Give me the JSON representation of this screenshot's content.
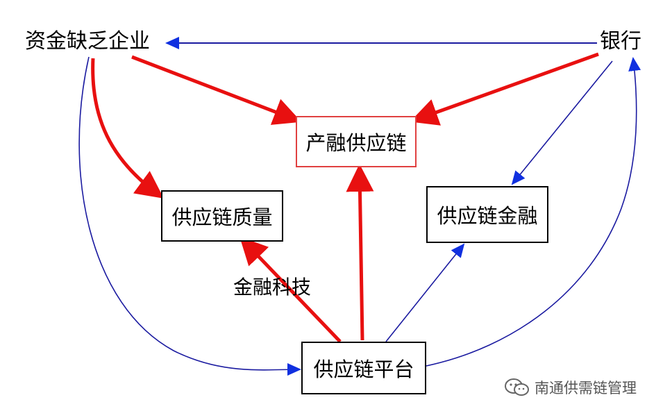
{
  "nodes": {
    "enterprise": "资金缺乏企业",
    "bank": "银行",
    "integration": "产融供应链",
    "quality": "供应链质量",
    "finance": "供应链金融",
    "platform": "供应链平台"
  },
  "edge_labels": {
    "fintech": "金融科技"
  },
  "watermark": {
    "text": "南通供需链管理",
    "icon": "wechat-icon"
  },
  "colors": {
    "red_arrow": "#e81010",
    "blue_arrow": "#1a1aa0",
    "blue_head": "#1030e0",
    "red_box_border": "#e04040"
  }
}
